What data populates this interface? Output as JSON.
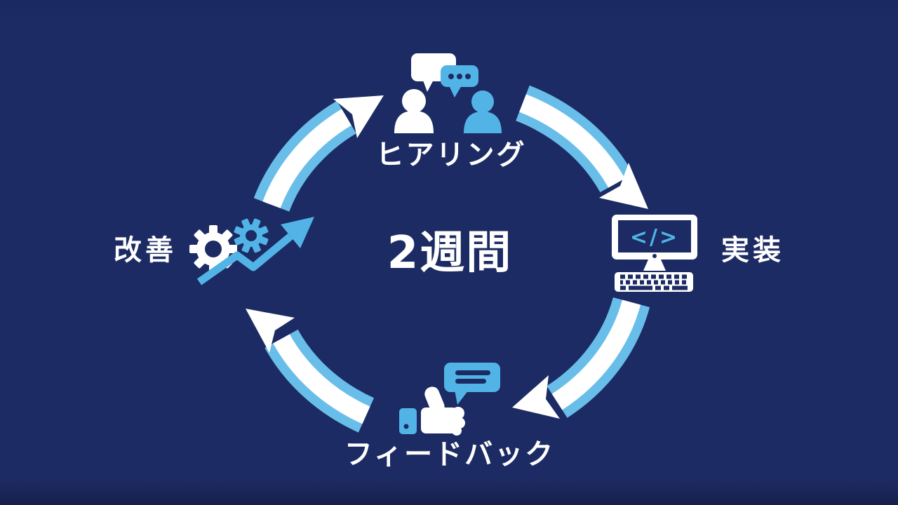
{
  "diagram": {
    "type": "cycle",
    "flow_direction": "clockwise",
    "center_label": "2週間",
    "stages": [
      {
        "label": "ヒアリング",
        "position": "top",
        "icon": "people-conversation-icon"
      },
      {
        "label": "実装",
        "position": "right",
        "icon": "computer-code-icon",
        "code_glyph": "</>"
      },
      {
        "label": "フィードバック",
        "position": "bottom",
        "icon": "thumbs-up-comment-icon"
      },
      {
        "label": "改善",
        "position": "left",
        "icon": "gears-growth-icon"
      }
    ],
    "arrows": [
      {
        "from": "改善",
        "to": "ヒアリング"
      },
      {
        "from": "ヒアリング",
        "to": "実装"
      },
      {
        "from": "実装",
        "to": "フィードバック"
      },
      {
        "from": "フィードバック",
        "to": "改善"
      }
    ],
    "colors": {
      "background": "#1c2b63",
      "accent": "#52b3e6",
      "accent_light": "#68bee9",
      "white": "#ffffff"
    }
  }
}
